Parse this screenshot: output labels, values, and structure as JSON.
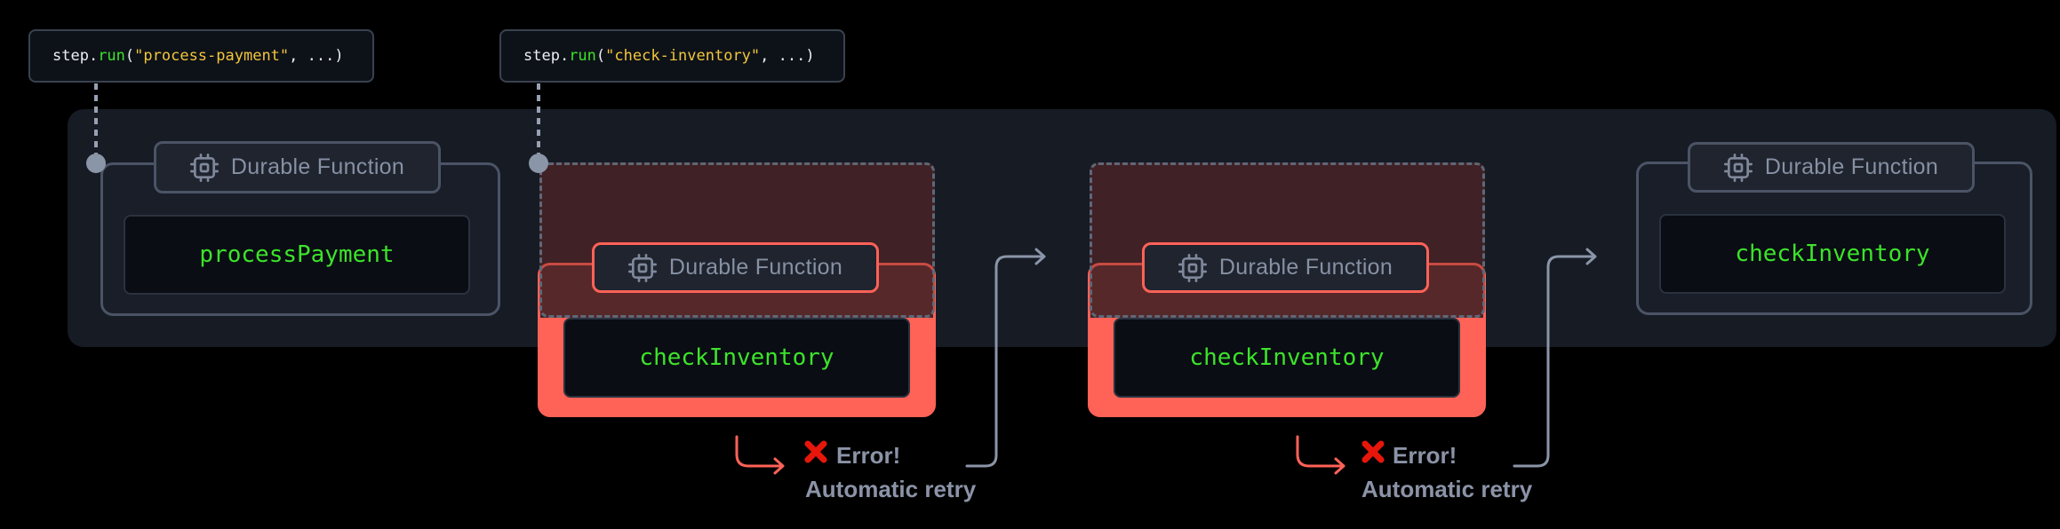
{
  "colors": {
    "background": "#000000",
    "band": "#161b24",
    "card_border": "#4b5466",
    "accent_error": "#ff6257",
    "function_green": "#3ce32b",
    "string_yellow": "#f2c63c",
    "connector_gray": "#8b95a8",
    "error_x_red": "#e6160b"
  },
  "code_labels": [
    {
      "pre": "step.",
      "fn": "run",
      "open": "(",
      "str": "\"process-payment\"",
      "close": ", ...)"
    },
    {
      "pre": "step.",
      "fn": "run",
      "open": "(",
      "str": "\"check-inventory\"",
      "close": ", ...)"
    }
  ],
  "groups": [
    {
      "badge": "Durable Function",
      "fn": "processPayment",
      "state": "normal"
    },
    {
      "badge": "Durable Function",
      "fn": "checkInventory",
      "state": "error"
    },
    {
      "badge": "Durable Function",
      "fn": "checkInventory",
      "state": "error"
    },
    {
      "badge": "Durable Function",
      "fn": "checkInventory",
      "state": "normal"
    }
  ],
  "annotations": [
    {
      "error_label": "Error!",
      "retry_label": "Automatic retry"
    },
    {
      "error_label": "Error!",
      "retry_label": "Automatic retry"
    }
  ],
  "icons": {
    "badge_icon": "cpu-chip-icon",
    "error_icon": "x-mark-icon",
    "step_node": "circle-node"
  }
}
